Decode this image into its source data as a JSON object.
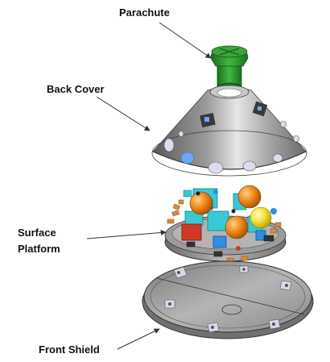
{
  "labels": {
    "parachute": "Parachute",
    "back_cover": "Back Cover",
    "surface_platform_line1": "Surface",
    "surface_platform_line2": "Platform",
    "front_shield": "Front Shield"
  },
  "colors": {
    "parachute": "#2e9a2e",
    "parachute_dark": "#1e6e1e",
    "shell": "#8e8e8e",
    "shell_light": "#d8d8d8",
    "shell_dark": "#555555",
    "window": "#dcdcef",
    "window_blue": "#6aa8ff",
    "platform_cyan": "#39c9d4",
    "platform_blue": "#2f8fe0",
    "sphere_orange": "#f08a1c",
    "sphere_yellow": "#f4e23a",
    "box_red": "#d03a24",
    "arrow": "#333333"
  },
  "icons": [
    "parachute-canister",
    "back-cover-cone",
    "surface-platform-disk",
    "front-shield-disk"
  ]
}
